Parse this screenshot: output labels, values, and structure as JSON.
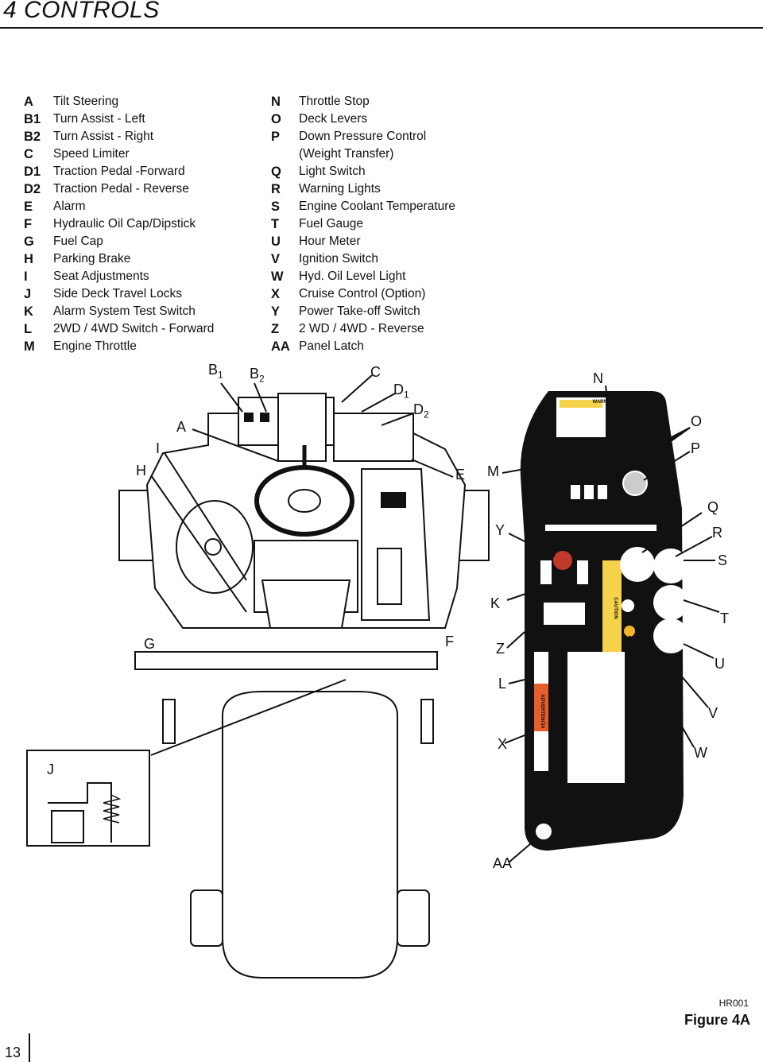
{
  "header": {
    "title": "4  CONTROLS"
  },
  "legend_left": [
    {
      "key": "A",
      "label": "Tilt Steering"
    },
    {
      "key": "B1",
      "label": "Turn Assist - Left"
    },
    {
      "key": "B2",
      "label": "Turn Assist - Right"
    },
    {
      "key": "C",
      "label": "Speed Limiter"
    },
    {
      "key": "D1",
      "label": "Traction Pedal -Forward"
    },
    {
      "key": "D2",
      "label": "Traction Pedal - Reverse"
    },
    {
      "key": "E",
      "label": "Alarm"
    },
    {
      "key": "F",
      "label": "Hydraulic Oil Cap/Dipstick"
    },
    {
      "key": "G",
      "label": "Fuel Cap"
    },
    {
      "key": "H",
      "label": "Parking Brake"
    },
    {
      "key": "I",
      "label": "Seat Adjustments"
    },
    {
      "key": "J",
      "label": "Side Deck Travel Locks"
    },
    {
      "key": "K",
      "label": "Alarm System Test Switch"
    },
    {
      "key": "L",
      "label": "2WD / 4WD Switch - Forward"
    },
    {
      "key": "M",
      "label": "Engine Throttle"
    }
  ],
  "legend_right": [
    {
      "key": "N",
      "label": "Throttle Stop"
    },
    {
      "key": "O",
      "label": "Deck Levers"
    },
    {
      "key": "P",
      "label": "Down Pressure Control"
    },
    {
      "key": "",
      "label": "(Weight Transfer)"
    },
    {
      "key": "Q",
      "label": "Light Switch"
    },
    {
      "key": "R",
      "label": "Warning Lights"
    },
    {
      "key": "S",
      "label": "Engine Coolant Temperature"
    },
    {
      "key": "T",
      "label": "Fuel Gauge"
    },
    {
      "key": "U",
      "label": "Hour Meter"
    },
    {
      "key": "V",
      "label": "Ignition Switch"
    },
    {
      "key": "W",
      "label": "Hyd. Oil Level Light"
    },
    {
      "key": "X",
      "label": "Cruise Control (Option)"
    },
    {
      "key": "Y",
      "label": "Power Take-off Switch"
    },
    {
      "key": "Z",
      "label": "2 WD / 4WD - Reverse"
    },
    {
      "key": "AA",
      "label": "Panel Latch"
    }
  ],
  "callouts": {
    "b": "B",
    "b1": "1",
    "b2": "2",
    "c": "C",
    "d": "D",
    "d1": "1",
    "d2": "2",
    "a": "A",
    "i": "I",
    "h": "H",
    "e": "E",
    "m": "M",
    "g": "G",
    "f": "F",
    "j": "J",
    "n": "N",
    "o": "O",
    "p": "P",
    "q": "Q",
    "r": "R",
    "s": "S",
    "y": "Y",
    "k": "K",
    "t": "T",
    "z": "Z",
    "u": "U",
    "l": "L",
    "v": "V",
    "x": "X",
    "w": "W",
    "aa": "AA"
  },
  "panel_text": {
    "warning": "WARNING",
    "caution": "CAUTION",
    "advertencia": "ADVERTENCIA"
  },
  "footer": {
    "code": "HR001",
    "figure": "Figure 4A",
    "page": "13"
  }
}
